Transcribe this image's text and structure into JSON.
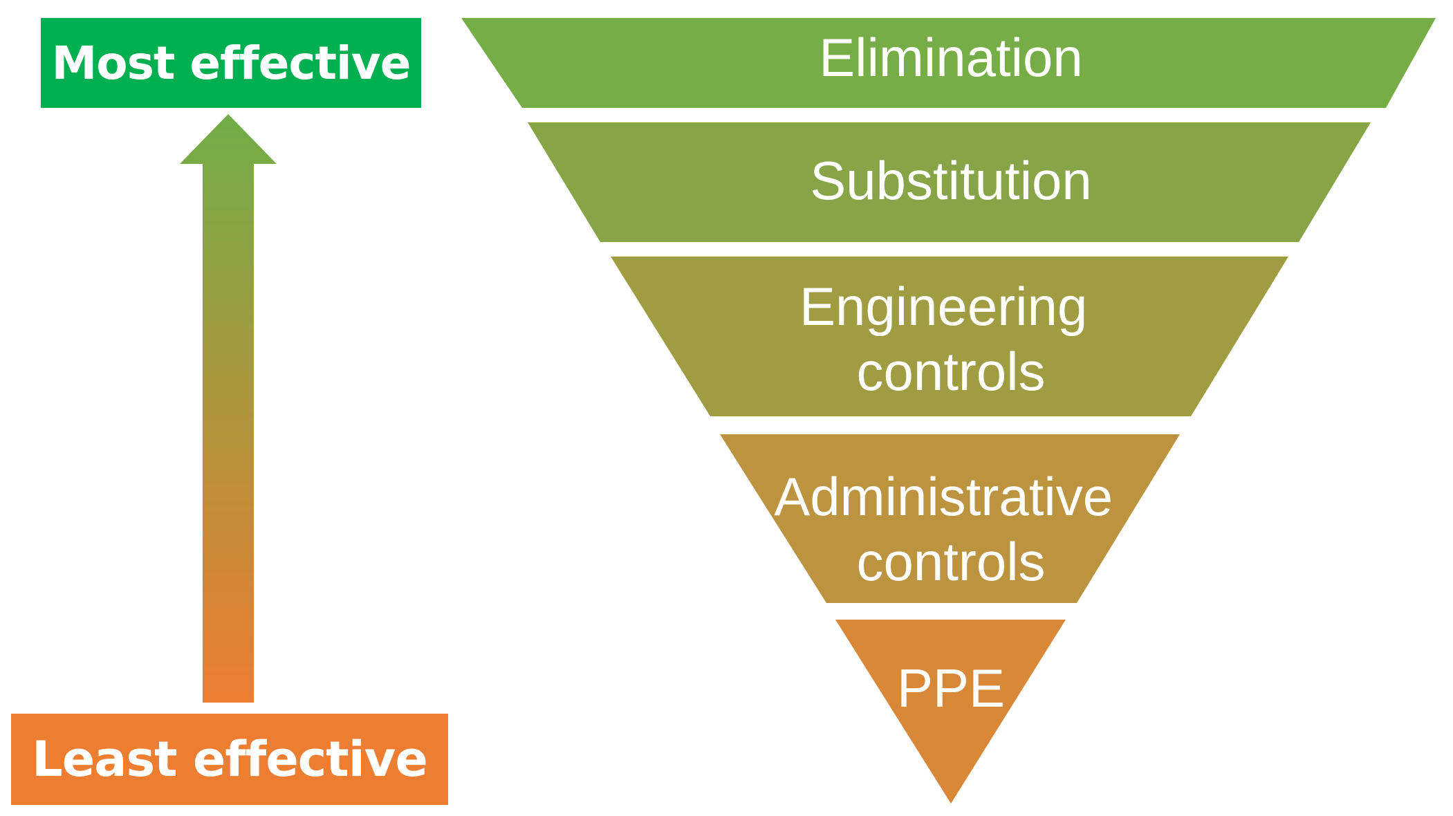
{
  "diagram": {
    "top_label": "Most effective",
    "bottom_label": "Least effective",
    "levels": [
      {
        "lines": [
          "Elimination"
        ],
        "color": "#77AD47"
      },
      {
        "lines": [
          "Substitution"
        ],
        "color": "#87A546"
      },
      {
        "lines": [
          "Engineering",
          "controls"
        ],
        "color": "#9F9C41"
      },
      {
        "lines": [
          "Administrative",
          "controls"
        ],
        "color": "#BC933E"
      },
      {
        "lines": [
          "PPE"
        ],
        "color": "#D98838"
      }
    ],
    "colors": {
      "most_effective": "#00B050",
      "least_effective": "#ED7D31",
      "arrow_top": "#70AD47",
      "arrow_bottom": "#ED7D31"
    }
  }
}
